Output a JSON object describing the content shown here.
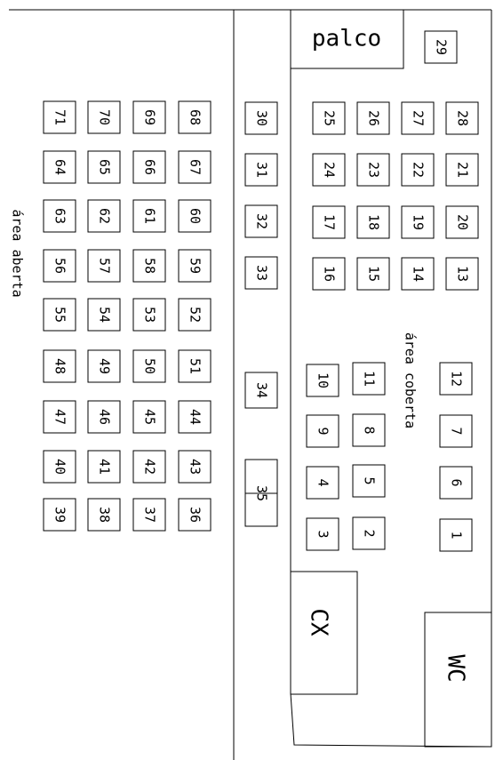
{
  "labels": {
    "stage": "palco",
    "open_area": "área aberta",
    "covered_area": "área coberta",
    "cashier": "CX",
    "restroom": "WC"
  },
  "tables": {
    "t1": "1",
    "t2": "2",
    "t3": "3",
    "t4": "4",
    "t5": "5",
    "t6": "6",
    "t7": "7",
    "t8": "8",
    "t9": "9",
    "t10": "10",
    "t11": "11",
    "t12": "12",
    "t13": "13",
    "t14": "14",
    "t15": "15",
    "t16": "16",
    "t17": "17",
    "t18": "18",
    "t19": "19",
    "t20": "20",
    "t21": "21",
    "t22": "22",
    "t23": "23",
    "t24": "24",
    "t25": "25",
    "t26": "26",
    "t27": "27",
    "t28": "28",
    "t29": "29",
    "t30": "30",
    "t31": "31",
    "t32": "32",
    "t33": "33",
    "t34": "34",
    "t35": "35",
    "t36": "36",
    "t37": "37",
    "t38": "38",
    "t39": "39",
    "t40": "40",
    "t41": "41",
    "t42": "42",
    "t43": "43",
    "t44": "44",
    "t45": "45",
    "t46": "46",
    "t47": "47",
    "t48": "48",
    "t49": "49",
    "t50": "50",
    "t51": "51",
    "t52": "52",
    "t53": "53",
    "t54": "54",
    "t55": "55",
    "t56": "56",
    "t57": "57",
    "t58": "58",
    "t59": "59",
    "t60": "60",
    "t61": "61",
    "t62": "62",
    "t63": "63",
    "t64": "64",
    "t65": "65",
    "t66": "66",
    "t67": "67",
    "t68": "68",
    "t69": "69",
    "t70": "70",
    "t71": "71"
  }
}
